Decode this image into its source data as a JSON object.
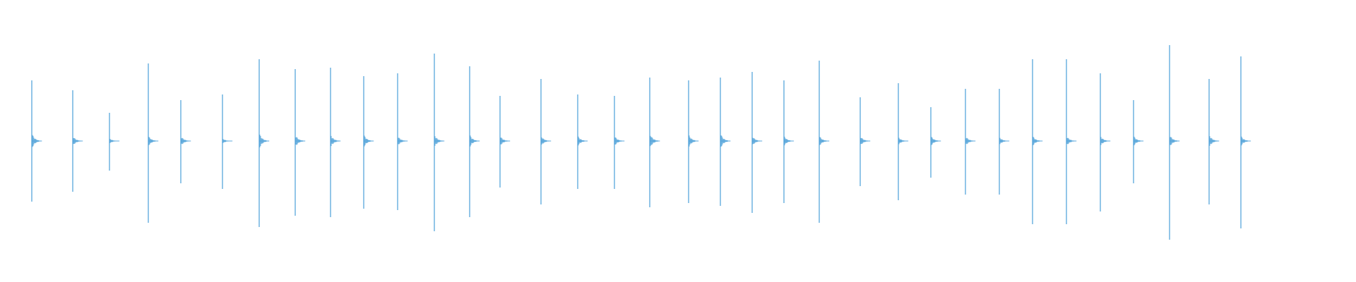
{
  "waveform": {
    "color": "#4a9fd8",
    "background": "#ffffff",
    "clicks": [
      {
        "amp": 0.43,
        "below": 0.43,
        "tail": 0.06
      },
      {
        "amp": 0.36,
        "below": 0.36,
        "tail": 0.04
      },
      {
        "amp": 0.2,
        "below": 0.21,
        "tail": 0.02
      },
      {
        "amp": 0.55,
        "below": 0.58,
        "tail": 0.04
      },
      {
        "amp": 0.29,
        "below": 0.3,
        "tail": 0.04
      },
      {
        "amp": 0.33,
        "below": 0.34,
        "tail": 0.02
      },
      {
        "amp": 0.58,
        "below": 0.61,
        "tail": 0.06
      },
      {
        "amp": 0.51,
        "below": 0.53,
        "tail": 0.05
      },
      {
        "amp": 0.52,
        "below": 0.54,
        "tail": 0.05
      },
      {
        "amp": 0.46,
        "below": 0.48,
        "tail": 0.05
      },
      {
        "amp": 0.48,
        "below": 0.49,
        "tail": 0.04
      },
      {
        "amp": 0.62,
        "below": 0.64,
        "tail": 0.05
      },
      {
        "amp": 0.53,
        "below": 0.54,
        "tail": 0.05
      },
      {
        "amp": 0.32,
        "below": 0.33,
        "tail": 0.04
      },
      {
        "amp": 0.44,
        "below": 0.45,
        "tail": 0.04
      },
      {
        "amp": 0.33,
        "below": 0.34,
        "tail": 0.04
      },
      {
        "amp": 0.32,
        "below": 0.34,
        "tail": 0.04
      },
      {
        "amp": 0.45,
        "below": 0.47,
        "tail": 0.06
      },
      {
        "amp": 0.43,
        "below": 0.44,
        "tail": 0.05
      },
      {
        "amp": 0.45,
        "below": 0.46,
        "tail": 0.06
      },
      {
        "amp": 0.49,
        "below": 0.51,
        "tail": 0.04
      },
      {
        "amp": 0.43,
        "below": 0.44,
        "tail": 0.04
      },
      {
        "amp": 0.57,
        "below": 0.58,
        "tail": 0.04
      },
      {
        "amp": 0.31,
        "below": 0.32,
        "tail": 0.04
      },
      {
        "amp": 0.41,
        "below": 0.42,
        "tail": 0.03
      },
      {
        "amp": 0.24,
        "below": 0.26,
        "tail": 0.04
      },
      {
        "amp": 0.37,
        "below": 0.38,
        "tail": 0.04
      },
      {
        "amp": 0.37,
        "below": 0.38,
        "tail": 0.03
      },
      {
        "amp": 0.58,
        "below": 0.59,
        "tail": 0.04
      },
      {
        "amp": 0.58,
        "below": 0.59,
        "tail": 0.04
      },
      {
        "amp": 0.48,
        "below": 0.5,
        "tail": 0.04
      },
      {
        "amp": 0.29,
        "below": 0.3,
        "tail": 0.04
      },
      {
        "amp": 0.68,
        "below": 0.7,
        "tail": 0.05
      },
      {
        "amp": 0.44,
        "below": 0.45,
        "tail": 0.05
      },
      {
        "amp": 0.6,
        "below": 0.62,
        "tail": 0.04
      }
    ]
  }
}
